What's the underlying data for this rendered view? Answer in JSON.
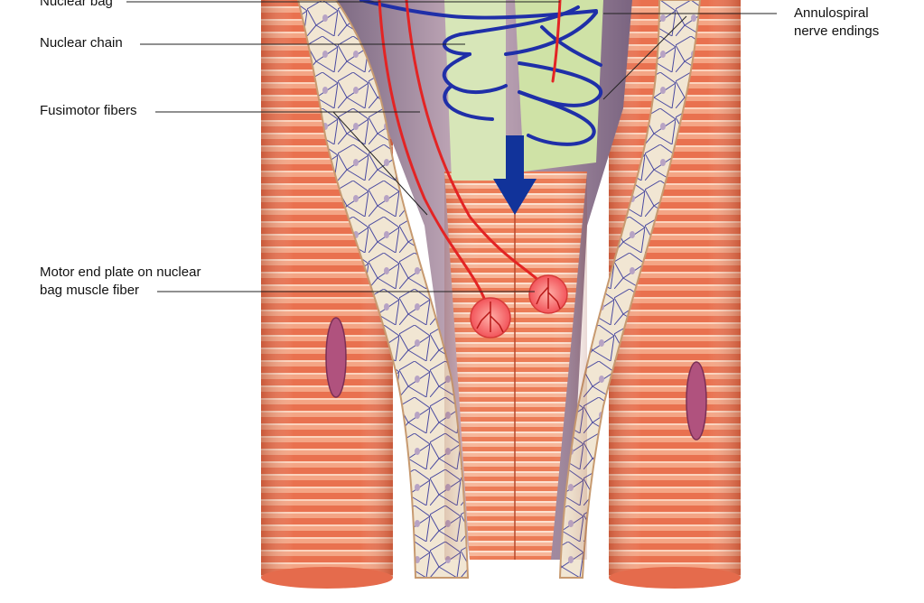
{
  "labels": {
    "nuclear_bag": "Nuclear bag",
    "nuclear_chain": "Nuclear chain",
    "fusimotor_fibers": "Fusimotor fibers",
    "motor_end_plate_line1": "Motor end plate on nuclear",
    "motor_end_plate_line2": "bag muscle fiber",
    "annulospiral_line1": "Annulospiral",
    "annulospiral_line2": "nerve endings"
  },
  "colors": {
    "muscle_light": "#f6a98a",
    "muscle_dark": "#e8704f",
    "capsule": "#efe4d2",
    "capsule_net": "#4a4aa0",
    "capsule_lumen": "#a08aa0",
    "nerve_blue": "#1f2fa8",
    "motor_red": "#e32424",
    "nucleus_green": "#a8cc78",
    "nucleus_purple": "#b0527e",
    "arrow_blue": "#11339a"
  }
}
